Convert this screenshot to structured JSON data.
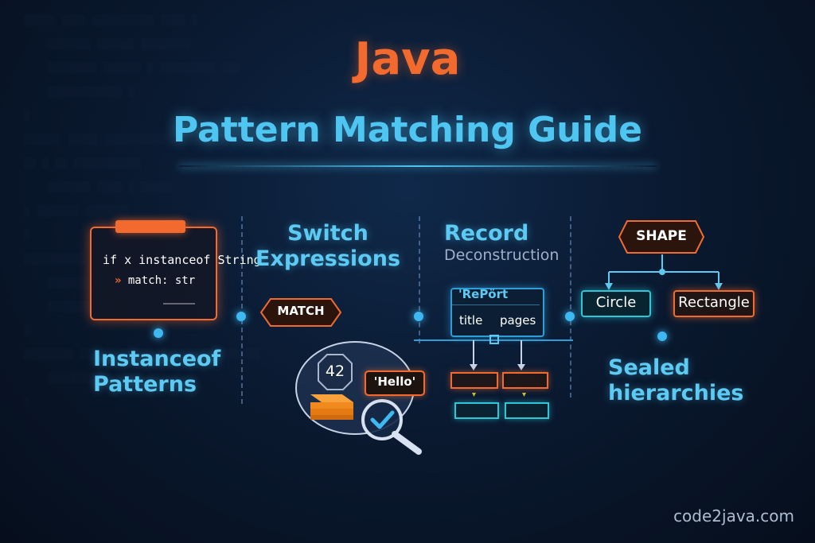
{
  "title": {
    "line1": "Java",
    "line2": "Pattern Matching Guide"
  },
  "sections": {
    "instanceof": {
      "code_line1": "if x instanceof String",
      "code_line2_arrow": "»",
      "code_line2": "match: str",
      "heading_line1": "Instanceof",
      "heading_line2": "Patterns"
    },
    "switch": {
      "heading_line1": "Switch",
      "heading_line2": "Expressions",
      "badge": "MATCH",
      "number_value": "42",
      "string_value": "'Hello'"
    },
    "record": {
      "heading": "Record",
      "subheading": "Deconstruction",
      "record_name": "'RePört",
      "field1": "title",
      "field2": "pages"
    },
    "sealed": {
      "parent": "SHAPE",
      "child1": "Circle",
      "child2": "Rectangle",
      "heading_line1": "Sealed",
      "heading_line2": "hierarchies"
    }
  },
  "watermark": "code2java.com",
  "colors": {
    "accent_orange": "#f26a2e",
    "accent_blue": "#4fc6f2",
    "background": "#0a1a31"
  }
}
